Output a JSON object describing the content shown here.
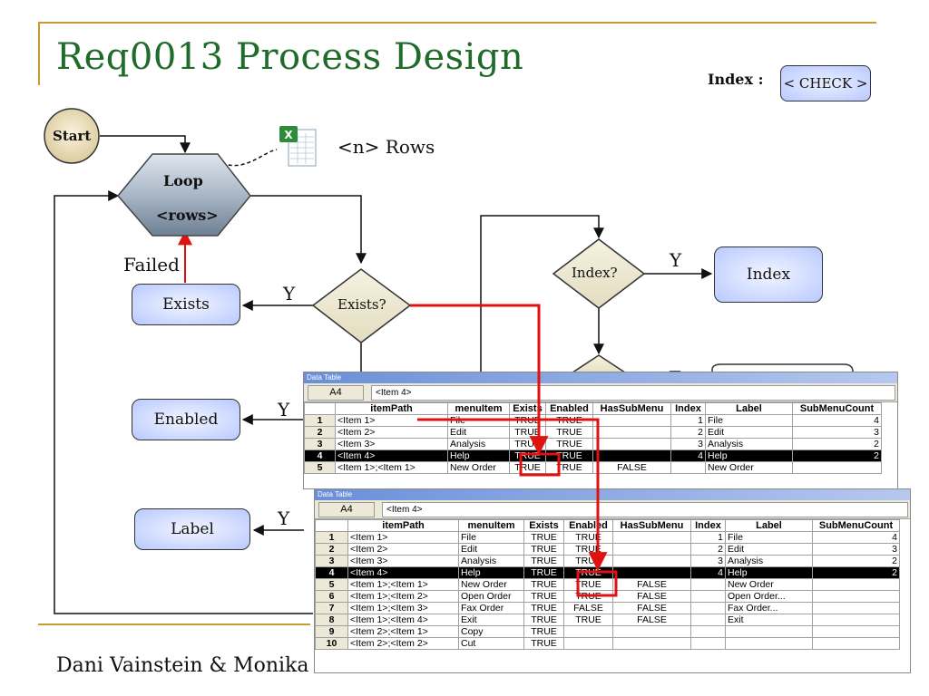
{
  "slide": {
    "title": "Req0013 Process Design",
    "index_label": "Index :",
    "index_button": "< CHECK >",
    "footer": "Dani Vainstein & Monika"
  },
  "flowchart": {
    "start": "Start",
    "loop_line1": "Loop",
    "loop_line2": "<rows>",
    "rows_note": "<n> Rows",
    "failed": "Failed",
    "exists_decision": "Exists?",
    "index_decision": "Index?",
    "yes_label": "Y",
    "process_exists": "Exists",
    "process_enabled": "Enabled",
    "process_label": "Label",
    "process_index": "Index",
    "excel_icon": "excel-spreadsheet-icon"
  },
  "data_table_back": {
    "window_title": "Data Table",
    "cell_ref": "A4",
    "cell_value": "<Item 4>",
    "columns": [
      "",
      "itemPath",
      "menuItem",
      "Exists",
      "Enabled",
      "HasSubMenu",
      "Index",
      "Label",
      "SubMenuCount"
    ],
    "rows": [
      [
        "1",
        "<Item 1>",
        "File",
        "TRUE",
        "TRUE",
        "",
        "1",
        "File",
        "4"
      ],
      [
        "2",
        "<Item 2>",
        "Edit",
        "TRUE",
        "TRUE",
        "",
        "2",
        "Edit",
        "3"
      ],
      [
        "3",
        "<Item 3>",
        "Analysis",
        "TRUE",
        "TRUE",
        "",
        "3",
        "Analysis",
        "2"
      ],
      [
        "4",
        "<Item 4>",
        "Help",
        "TRUE",
        "TRUE",
        "",
        "4",
        "Help",
        "2"
      ],
      [
        "5",
        "<Item 1>;<Item 1>",
        "New Order",
        "TRUE",
        "TRUE",
        "FALSE",
        "",
        "New Order",
        ""
      ]
    ],
    "selected_row": 3
  },
  "data_table_front": {
    "window_title": "Data Table",
    "cell_ref": "A4",
    "cell_value": "<Item 4>",
    "columns": [
      "",
      "itemPath",
      "menuItem",
      "Exists",
      "Enabled",
      "HasSubMenu",
      "Index",
      "Label",
      "SubMenuCount"
    ],
    "rows": [
      [
        "1",
        "<Item 1>",
        "File",
        "TRUE",
        "TRUE",
        "",
        "1",
        "File",
        "4"
      ],
      [
        "2",
        "<Item 2>",
        "Edit",
        "TRUE",
        "TRUE",
        "",
        "2",
        "Edit",
        "3"
      ],
      [
        "3",
        "<Item 3>",
        "Analysis",
        "TRUE",
        "TRUE",
        "",
        "3",
        "Analysis",
        "2"
      ],
      [
        "4",
        "<Item 4>",
        "Help",
        "TRUE",
        "TRUE",
        "",
        "4",
        "Help",
        "2"
      ],
      [
        "5",
        "<Item 1>;<Item 1>",
        "New Order",
        "TRUE",
        "TRUE",
        "FALSE",
        "",
        "New Order",
        ""
      ],
      [
        "6",
        "<Item 1>;<Item 2>",
        "Open Order",
        "TRUE",
        "TRUE",
        "FALSE",
        "",
        "Open Order...",
        ""
      ],
      [
        "7",
        "<Item 1>;<Item 3>",
        "Fax Order",
        "TRUE",
        "FALSE",
        "FALSE",
        "",
        "Fax Order...",
        ""
      ],
      [
        "8",
        "<Item 1>;<Item 4>",
        "Exit",
        "TRUE",
        "TRUE",
        "FALSE",
        "",
        "Exit",
        ""
      ],
      [
        "9",
        "<Item 2>;<Item 1>",
        "Copy",
        "TRUE",
        "",
        "",
        "",
        "",
        ""
      ],
      [
        "10",
        "<Item 2>;<Item 2>",
        "Cut",
        "TRUE",
        "",
        "",
        "",
        "",
        ""
      ]
    ],
    "selected_row": 3
  },
  "colors": {
    "title_green": "#1f6b2a",
    "accent_gold": "#c99a2e",
    "highlight_red": "#e0120f",
    "process_blue": "#b8c9ff"
  }
}
